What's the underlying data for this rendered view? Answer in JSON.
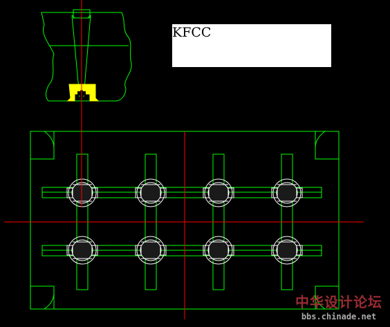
{
  "label": {
    "text": "KFCC"
  },
  "watermark": {
    "title": "中华设计论坛",
    "url": "bbs.chinade.net"
  },
  "colors": {
    "background": "#000000",
    "geometry": "#00ff00",
    "centerline": "#ff0000",
    "detail": "#ffffff",
    "highlight": "#ffff00",
    "label_box": "#ffffff"
  }
}
